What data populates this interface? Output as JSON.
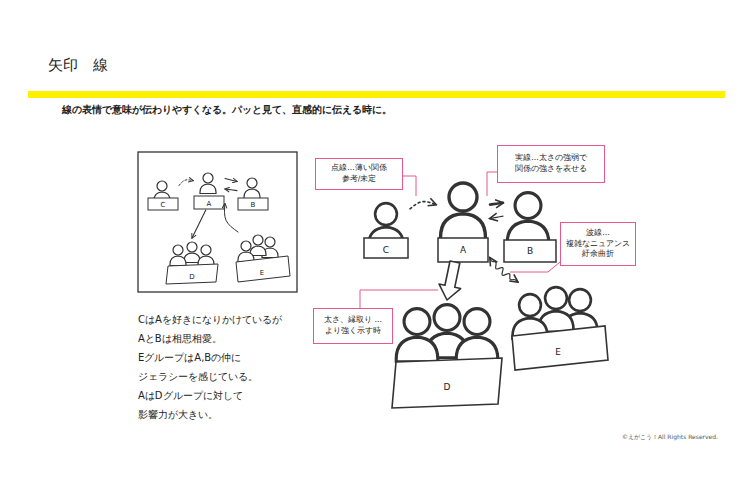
{
  "diagram": {
    "title": "矢印　線",
    "nodes": [
      {
        "text": [
          "C"
        ]
      },
      {
        "text": [
          "A"
        ]
      },
      {
        "text": [
          "B"
        ]
      },
      {
        "text": [
          "D"
        ]
      },
      {
        "text": [
          "E"
        ]
      },
      {
        "text": [
          "C"
        ]
      },
      {
        "text": [
          "A"
        ]
      },
      {
        "text": [
          "B"
        ]
      },
      {
        "text": [
          "D"
        ]
      },
      {
        "text": [
          "E"
        ]
      },
      {
        "text": [
          "点線…薄い関係 参考/未定"
        ]
      },
      {
        "text": [
          "実線…太さの強弱で 関係の強さを表せる"
        ]
      },
      {
        "text": [
          "波線… 複雑なニュアンス 紆余曲折"
        ]
      },
      {
        "text": [
          "太さ、縁取り …より強く示す時"
        ]
      }
    ],
    "edges": [
      {
        "from": 0,
        "to": 1,
        "arrow": "to"
      },
      {
        "from": 1,
        "to": 2,
        "arrow": "to"
      },
      {
        "from": 2,
        "to": 1,
        "arrow": "to"
      },
      {
        "from": 1,
        "to": 3,
        "arrow": "to"
      },
      {
        "from": 4,
        "to": 1,
        "arrow": "to"
      },
      {
        "from": 5,
        "to": 6,
        "arrow": "to"
      },
      {
        "from": 6,
        "to": 7,
        "arrow": "to"
      },
      {
        "from": 7,
        "to": 6,
        "arrow": "to"
      },
      {
        "from": 6,
        "to": 8,
        "arrow": "to"
      },
      {
        "from": 9,
        "to": 6,
        "arrow": "both"
      }
    ],
    "labels": [
      "線の表情で意味が伝わりやすくなる。パッと見て、直感的に伝える時に。",
      "CはAを好きになりかけているが AとBは相思相愛。 EグループはA,Bの仲に ジェラシーを感じている。 AはDグループに対して 影響力が大きい。",
      "©えがこう！All Rights Reserved."
    ]
  }
}
